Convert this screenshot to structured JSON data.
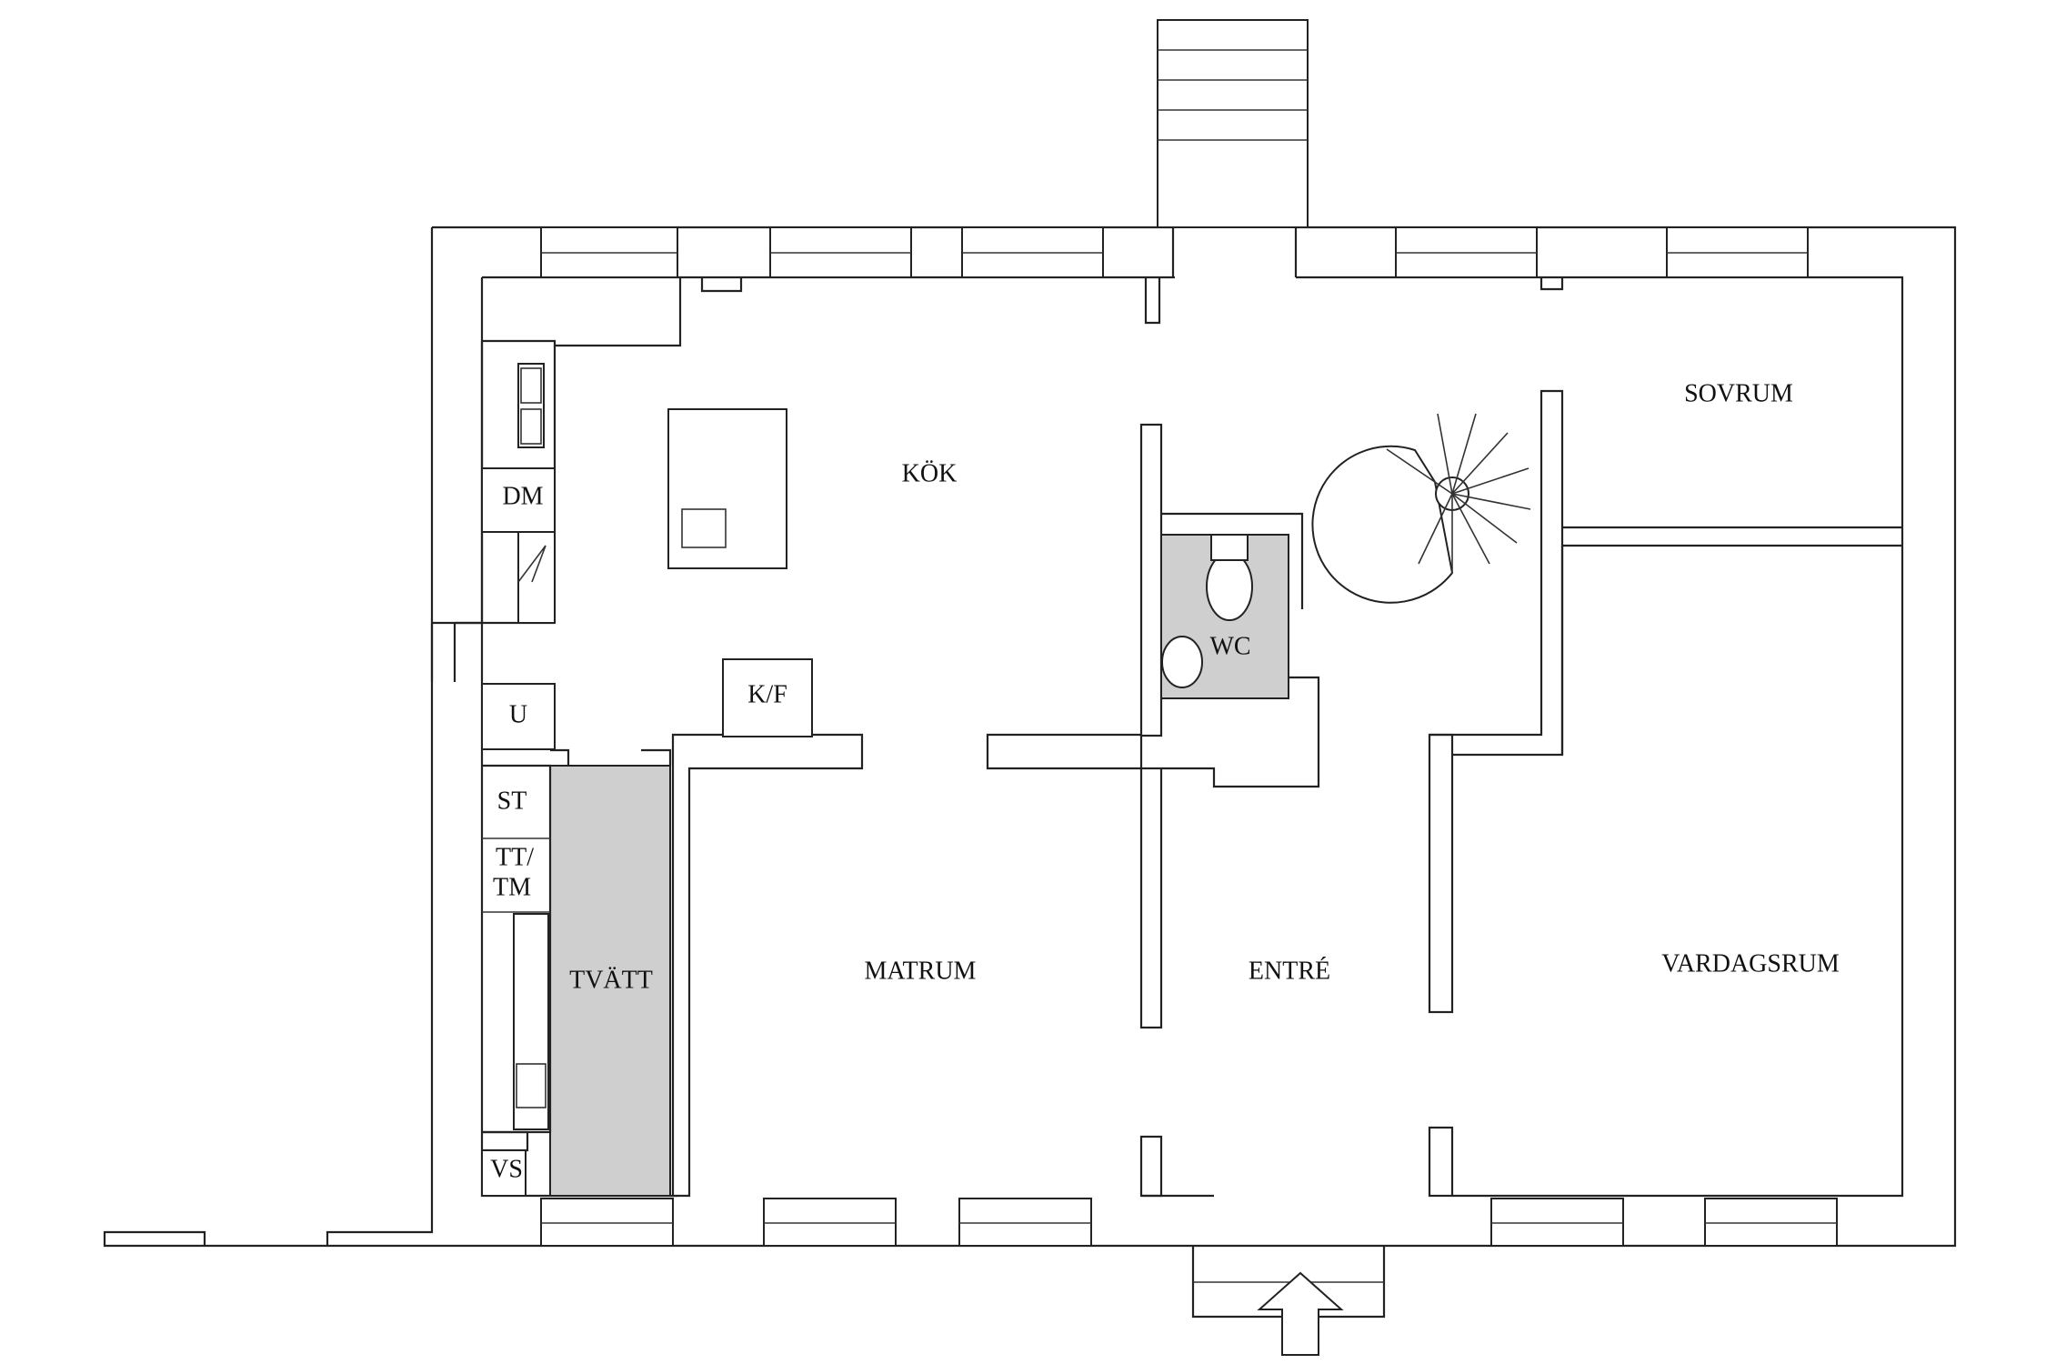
{
  "rooms": {
    "kok": "KÖK",
    "matrum": "MATRUM",
    "entre": "ENTRÉ",
    "sovrum": "SOVRUM",
    "vardagsrum": "VARDAGSRUM",
    "wc": "WC",
    "tvatt": "TVÄTT"
  },
  "fixtures": {
    "dm": "DM",
    "u": "U",
    "kf": "K/F",
    "st": "ST",
    "tt": "TT/",
    "tm": "TM",
    "vs": "VS"
  },
  "colors": {
    "walls": "#222222",
    "wet_area": "#cfcfcf",
    "background": "#ffffff"
  }
}
